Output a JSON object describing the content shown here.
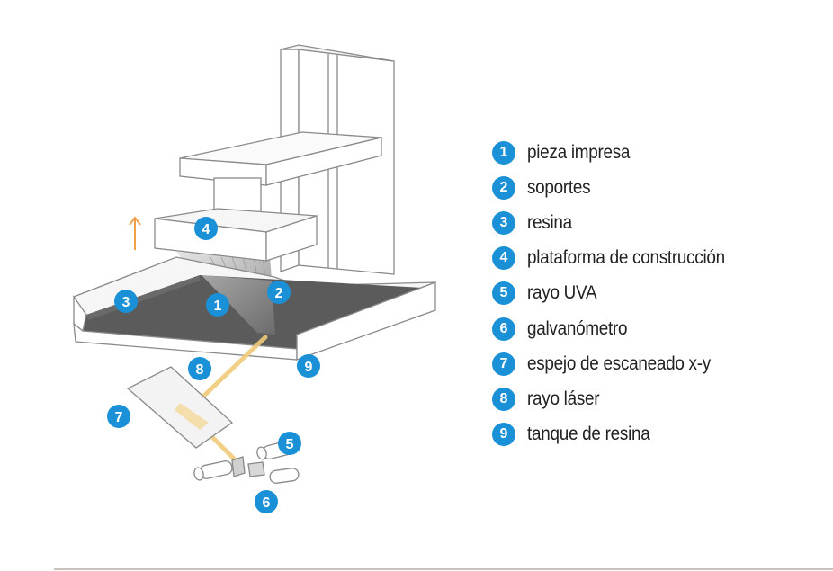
{
  "colors": {
    "badge": "#1a90d6",
    "outline": "#8a8a8a",
    "resin": "#5b5b5b",
    "laser": "#f1ca7a",
    "arrow": "#f0a04b"
  },
  "callouts": {
    "c1": "1",
    "c2": "2",
    "c3": "3",
    "c4": "4",
    "c5": "5",
    "c6": "6",
    "c7": "7",
    "c8": "8",
    "c9": "9"
  },
  "legend": [
    {
      "number": "1",
      "label": "pieza impresa"
    },
    {
      "number": "2",
      "label": "soportes"
    },
    {
      "number": "3",
      "label": "resina"
    },
    {
      "number": "4",
      "label": "plataforma de construcción"
    },
    {
      "number": "5",
      "label": "rayo UVA"
    },
    {
      "number": "6",
      "label": "galvanómetro"
    },
    {
      "number": "7",
      "label": "espejo de escaneado x-y"
    },
    {
      "number": "8",
      "label": "rayo láser"
    },
    {
      "number": "9",
      "label": "tanque de resina"
    }
  ],
  "icons": {
    "direction": "up-arrow-icon"
  }
}
